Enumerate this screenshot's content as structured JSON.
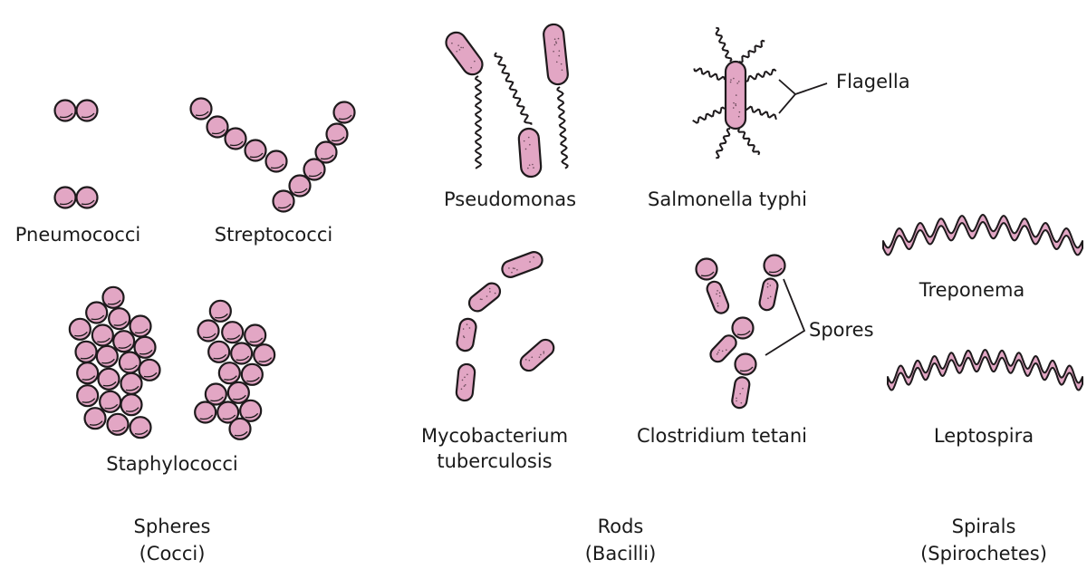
{
  "colors": {
    "cell_fill": "#e2a6c4",
    "outline": "#1e1a1c",
    "text": "#1a1a1a"
  },
  "groups": {
    "spheres": {
      "title": "Spheres",
      "subtitle": "(Cocci)"
    },
    "rods": {
      "title": "Rods",
      "subtitle": "(Bacilli)"
    },
    "spirals": {
      "title": "Spirals",
      "subtitle": "(Spirochetes)"
    }
  },
  "organisms": {
    "pneumococci": "Pneumococci",
    "streptococci": "Streptococci",
    "staphylococci": "Staphylococci",
    "pseudomonas": "Pseudomonas",
    "salmonella": "Salmonella typhi",
    "mycobacterium_line1": "Mycobacterium",
    "mycobacterium_line2": "tuberculosis",
    "clostridium": "Clostridium tetani",
    "treponema": "Treponema",
    "leptospira": "Leptospira"
  },
  "annotations": {
    "flagella": "Flagella",
    "spores": "Spores"
  }
}
